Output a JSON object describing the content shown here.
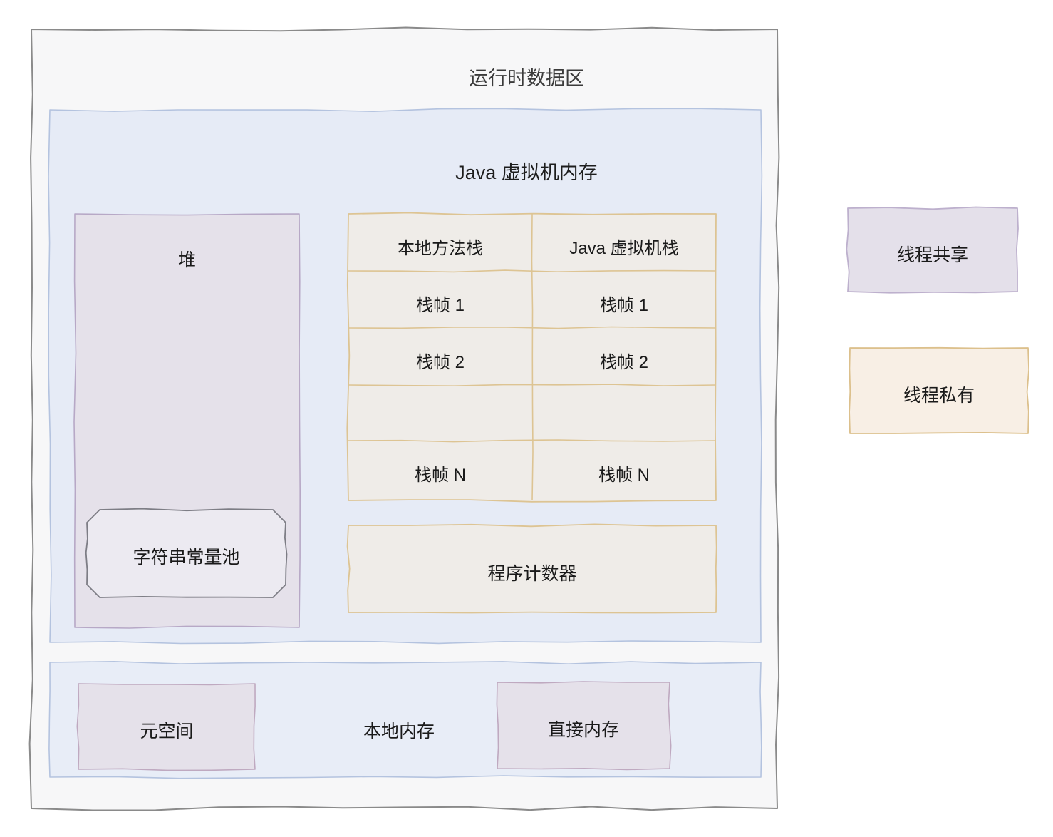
{
  "diagram": {
    "title": "运行时数据区",
    "jvm_memory": {
      "title": "Java 虚拟机内存",
      "heap": {
        "label": "堆",
        "string_pool": "字符串常量池"
      },
      "stacks": {
        "columns": [
          "本地方法栈",
          "Java 虚拟机栈"
        ],
        "rows": [
          [
            "栈帧 1",
            "栈帧 1"
          ],
          [
            "栈帧 2",
            "栈帧 2"
          ],
          [
            "",
            ""
          ],
          [
            "栈帧 N",
            "栈帧 N"
          ]
        ]
      },
      "program_counter": "程序计数器"
    },
    "native_memory": {
      "label": "本地内存",
      "metaspace": "元空间",
      "direct_memory": "直接内存"
    },
    "legend": [
      {
        "label": "线程共享",
        "color": "#e4e0ea",
        "border": "#bdb0cd"
      },
      {
        "label": "线程私有",
        "color": "#f8efe5",
        "border": "#dcc08c"
      }
    ],
    "colors": {
      "outer_fill": "#f7f7f8",
      "outer_border": "#8a8a8a",
      "jvm_fill": "#e6ebf6",
      "jvm_border": "#b4c3df",
      "heap_fill": "#e5e1ea",
      "heap_border": "#b7a8c6",
      "strpool_fill": "#eceaf1",
      "strpool_border": "#7d7d85",
      "stack_fill": "#efece8",
      "stack_border": "#ddc493",
      "pc_fill": "#efece8",
      "pc_border": "#ddc493",
      "native_fill": "#e8edf7",
      "native_border": "#b4c3df",
      "meta_fill": "#e5e1ea",
      "meta_border": "#bfa9c0",
      "text": "#1a1a1a"
    }
  }
}
